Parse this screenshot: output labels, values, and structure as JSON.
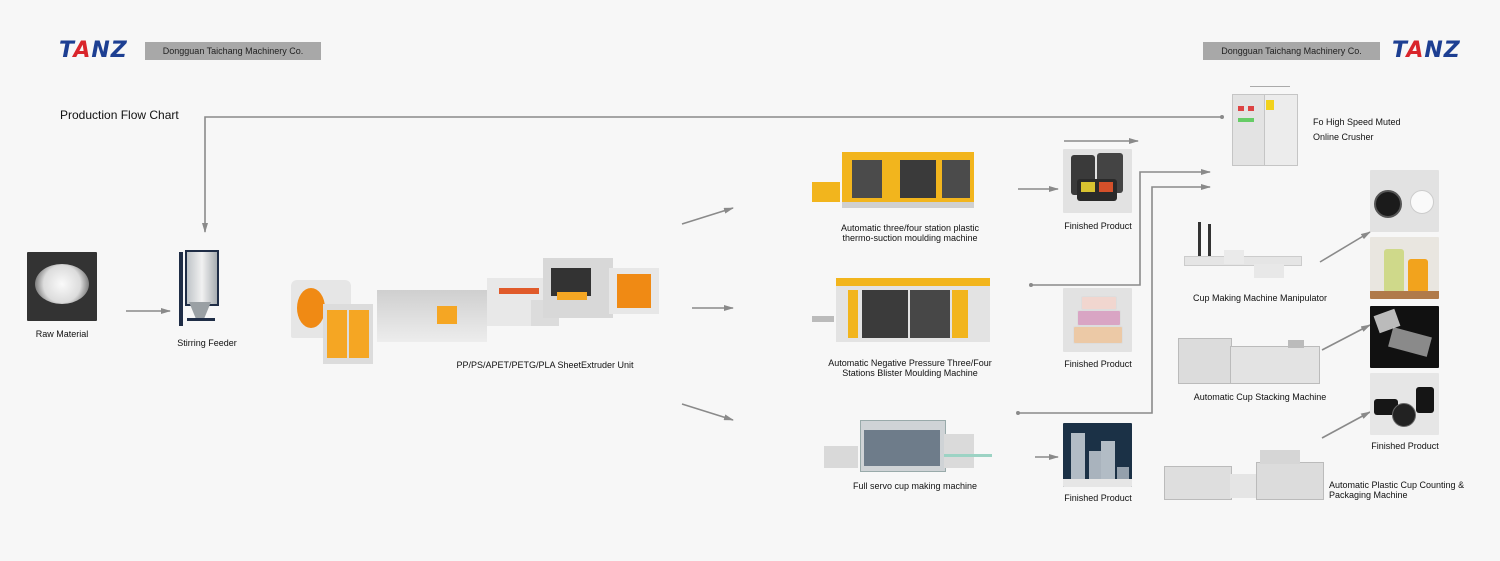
{
  "header": {
    "left_logo": "TANZ",
    "left_company": "Dongguan Taichang Machinery Co.",
    "right_company": "Dongguan Taichang Machinery Co.",
    "right_logo": "TANZ",
    "title": "Production Flow Chart"
  },
  "colors": {
    "logo_blue": "#1d3f92",
    "logo_red": "#d9252b",
    "company_bar": "#a8a8a8",
    "arrow_gray": "#8a8a8a",
    "machine_yellow": "#f2b51d",
    "machine_orange": "#f4a020",
    "background": "#f7f7f7"
  },
  "nodes": {
    "raw_material": {
      "label": "Raw Material",
      "icon": "plastic-pellets-image"
    },
    "stirring_feeder": {
      "label": "Stirring Feeder",
      "icon": "stirring-feeder-image"
    },
    "extruder": {
      "label": "PP/PS/APET/PETG/PLA SheetExtruder Unit",
      "icon": "sheet-extruder-image"
    },
    "thermo_machine": {
      "label_line1": "Automatic three/four station plastic",
      "label_line2": "thermo-suction moulding machine",
      "icon": "thermoforming-machine-image"
    },
    "blister_machine": {
      "label_line1": "Automatic Negative Pressure Three/Four",
      "label_line2": "Stations Blister Moulding Machine",
      "icon": "blister-machine-image"
    },
    "cup_machine": {
      "label": "Full servo cup making machine",
      "icon": "cup-making-machine-image"
    },
    "product_1": {
      "label": "Finished Product",
      "icon": "food-container-image"
    },
    "product_2": {
      "label": "Finished Product",
      "icon": "clear-box-image"
    },
    "product_3": {
      "label": "Finished Product",
      "icon": "plastic-cups-image"
    },
    "crusher": {
      "label_line1": "Fo High Speed Muted",
      "label_line2": "Online Crusher",
      "icon": "crusher-image"
    },
    "manipulator": {
      "label": "Cup Making Machine Manipulator",
      "icon": "manipulator-image"
    },
    "stacking": {
      "label": "Automatic Cup Stacking Machine",
      "icon": "stacking-machine-image"
    },
    "packaging": {
      "label_line1": "Automatic Plastic Cup Counting &",
      "label_line2": "Packaging Machine",
      "icon": "packaging-machine-image"
    },
    "right_products": {
      "label": "Finished Product",
      "items": [
        "cup-lids-image",
        "drink-cups-image",
        "clear-cups-image",
        "black-bowls-image"
      ]
    }
  }
}
